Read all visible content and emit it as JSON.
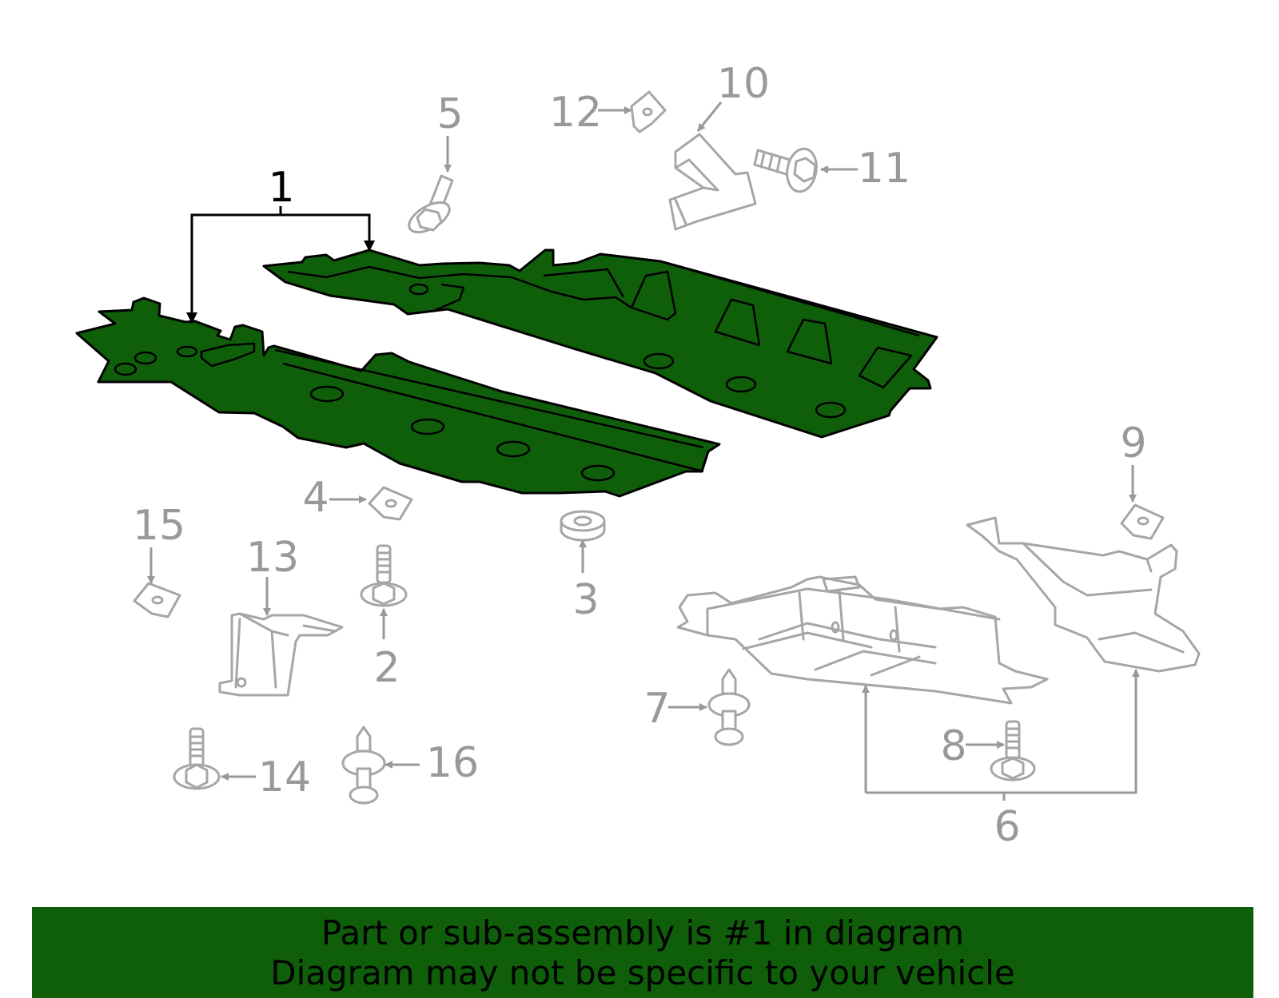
{
  "callouts": {
    "c1": "1",
    "c2": "2",
    "c3": "3",
    "c4": "4",
    "c5": "5",
    "c6": "6",
    "c7": "7",
    "c8": "8",
    "c9": "9",
    "c10": "10",
    "c11": "11",
    "c12": "12",
    "c13": "13",
    "c14": "14",
    "c15": "15",
    "c16": "16"
  },
  "colors": {
    "highlight_part": "#0f5f0a",
    "banner_background": "#0f5f0a",
    "other_parts": "#a6a6a6",
    "callout_text": "#999999"
  },
  "banner": {
    "line1": "Part or sub-assembly is #1 in diagram",
    "line2": "Diagram may not be specific to your vehicle"
  }
}
